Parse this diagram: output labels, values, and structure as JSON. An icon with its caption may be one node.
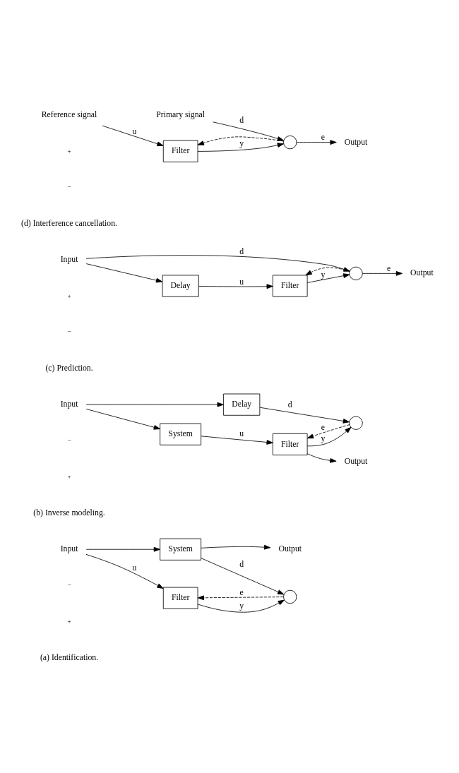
{
  "diagram": {
    "nodes": [
      {
        "text": [
          "Input"
        ]
      },
      {
        "text": [
          "Filter"
        ]
      },
      {
        "text": [],
        "shape": "circle"
      },
      {
        "text": [
          "System"
        ]
      },
      {
        "text": [
          "Output"
        ]
      },
      {
        "text": [
          "Input"
        ]
      },
      {
        "text": [
          "System"
        ]
      },
      {
        "text": [
          "Filter"
        ]
      },
      {
        "text": [
          "Output"
        ]
      },
      {
        "text": [],
        "shape": "circle"
      },
      {
        "text": [
          "Delay"
        ]
      },
      {
        "text": [
          "Input"
        ]
      },
      {
        "text": [
          "Delay"
        ]
      },
      {
        "text": [
          "Filter"
        ]
      },
      {
        "text": [],
        "shape": "circle"
      },
      {
        "text": [
          "Output"
        ]
      },
      {
        "text": [
          "Primary signal"
        ]
      },
      {
        "text": [
          "Reference signal"
        ]
      },
      {
        "text": [
          "Filter"
        ]
      },
      {
        "text": [],
        "shape": "circle"
      },
      {
        "text": [
          "Output"
        ]
      }
    ],
    "edges": [
      {
        "from": 0,
        "to": 1,
        "arrow": "to",
        "label": "u"
      },
      {
        "from": 0,
        "to": 3,
        "arrow": "to"
      },
      {
        "from": 1,
        "to": 2,
        "arrow": "to",
        "label": "y"
      },
      {
        "from": 3,
        "to": 4,
        "arrow": "to"
      },
      {
        "from": 3,
        "to": 2,
        "arrow": "to",
        "label": "d"
      },
      {
        "from": 2,
        "to": 1,
        "arrow": "to",
        "label": "e",
        "style": "dashed"
      },
      {
        "from": 5,
        "to": 6,
        "arrow": "to"
      },
      {
        "from": 5,
        "to": 10,
        "arrow": "to"
      },
      {
        "from": 6,
        "to": 7,
        "arrow": "to",
        "label": "u"
      },
      {
        "from": 7,
        "to": 8,
        "arrow": "to"
      },
      {
        "from": 7,
        "to": 9,
        "arrow": "to",
        "label": "y"
      },
      {
        "from": 10,
        "to": 9,
        "arrow": "to",
        "label": "d"
      },
      {
        "from": 9,
        "to": 7,
        "arrow": "to",
        "label": "e",
        "style": "dashed"
      },
      {
        "from": 11,
        "to": 12,
        "arrow": "to"
      },
      {
        "from": 11,
        "to": 14,
        "arrow": "to",
        "label": "d"
      },
      {
        "from": 12,
        "to": 13,
        "arrow": "to",
        "label": "u"
      },
      {
        "from": 13,
        "to": 14,
        "arrow": "to",
        "label": "y"
      },
      {
        "from": 14,
        "to": 15,
        "arrow": "to",
        "label": "e"
      },
      {
        "from": 14,
        "to": 13,
        "arrow": "to",
        "style": "dashed"
      },
      {
        "from": 16,
        "to": 19,
        "arrow": "to",
        "label": "d"
      },
      {
        "from": 17,
        "to": 18,
        "arrow": "to",
        "label": "u"
      },
      {
        "from": 18,
        "to": 19,
        "arrow": "to",
        "label": "y"
      },
      {
        "from": 19,
        "to": 20,
        "arrow": "to",
        "label": "e"
      },
      {
        "from": 19,
        "to": 18,
        "arrow": "to",
        "style": "dashed"
      }
    ],
    "labels": [
      "−",
      "+",
      "(a) Identification.",
      "−",
      "+",
      "(b) Inverse modeling.",
      "+",
      "−",
      "(c) Prediction.",
      "+",
      "−",
      "(d) Interference cancellation."
    ]
  }
}
